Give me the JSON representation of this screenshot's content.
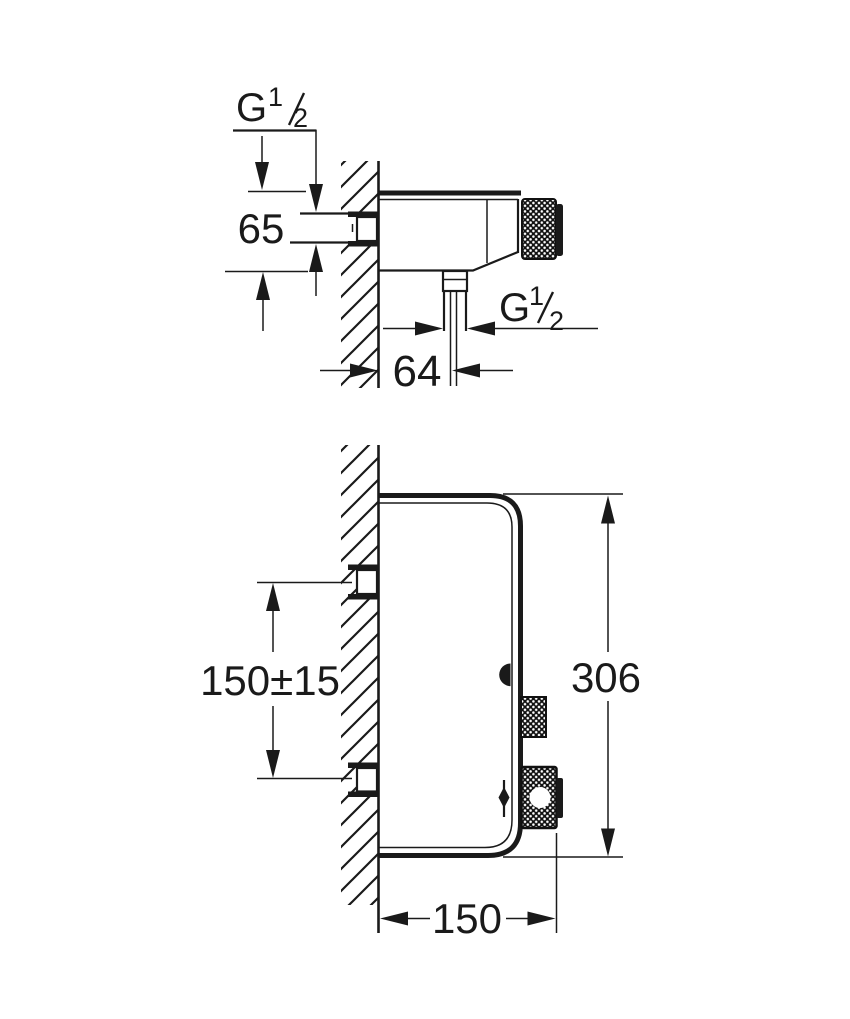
{
  "colors": {
    "line": "#1a1a1a",
    "background": "#ffffff"
  },
  "top_view": {
    "labels": {
      "supply_thread": {
        "letter": "G",
        "numerator": "1",
        "denominator": "2"
      },
      "body_height": "65",
      "outlet_thread": {
        "letter": "G",
        "numerator": "1",
        "denominator": "2"
      },
      "outlet_wall_distance": "64"
    }
  },
  "bottom_view": {
    "labels": {
      "supply_spacing": "150±15",
      "overall_height": "306",
      "overall_depth": "150"
    }
  }
}
